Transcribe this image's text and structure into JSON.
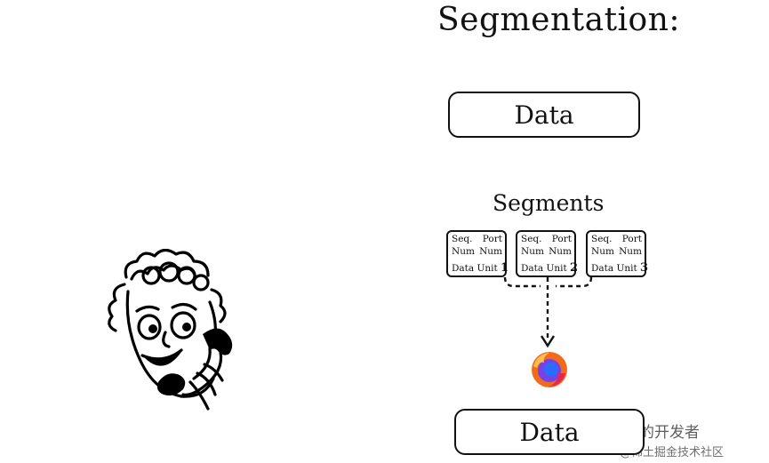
{
  "title": "Segmentation:",
  "data_top": "Data",
  "segments_label": "Segments",
  "segments": [
    {
      "seq": "Seq.",
      "port": "Port",
      "num1": "Num",
      "num2": "Num",
      "unit_text": "Data Unit ",
      "unit_num": "1"
    },
    {
      "seq": "Seq.",
      "port": "Port",
      "num1": "Num",
      "num2": "Num",
      "unit_text": "Data Unit ",
      "unit_num": "2"
    },
    {
      "seq": "Seq.",
      "port": "Port",
      "num1": "Num",
      "num2": "Num",
      "unit_text": "Data Unit ",
      "unit_num": "3"
    }
  ],
  "data_bottom": "Data",
  "watermark": {
    "line1": "有道求的开发者",
    "line2": "@稀土掘金技术社区",
    "icon": "wechat-icon"
  },
  "icons": {
    "browser": "firefox-icon",
    "person": "person-on-phone-icon"
  },
  "colors": {
    "ink": "#111111",
    "firefox_orange": "#f26a1b",
    "firefox_purple": "#7542e5"
  }
}
